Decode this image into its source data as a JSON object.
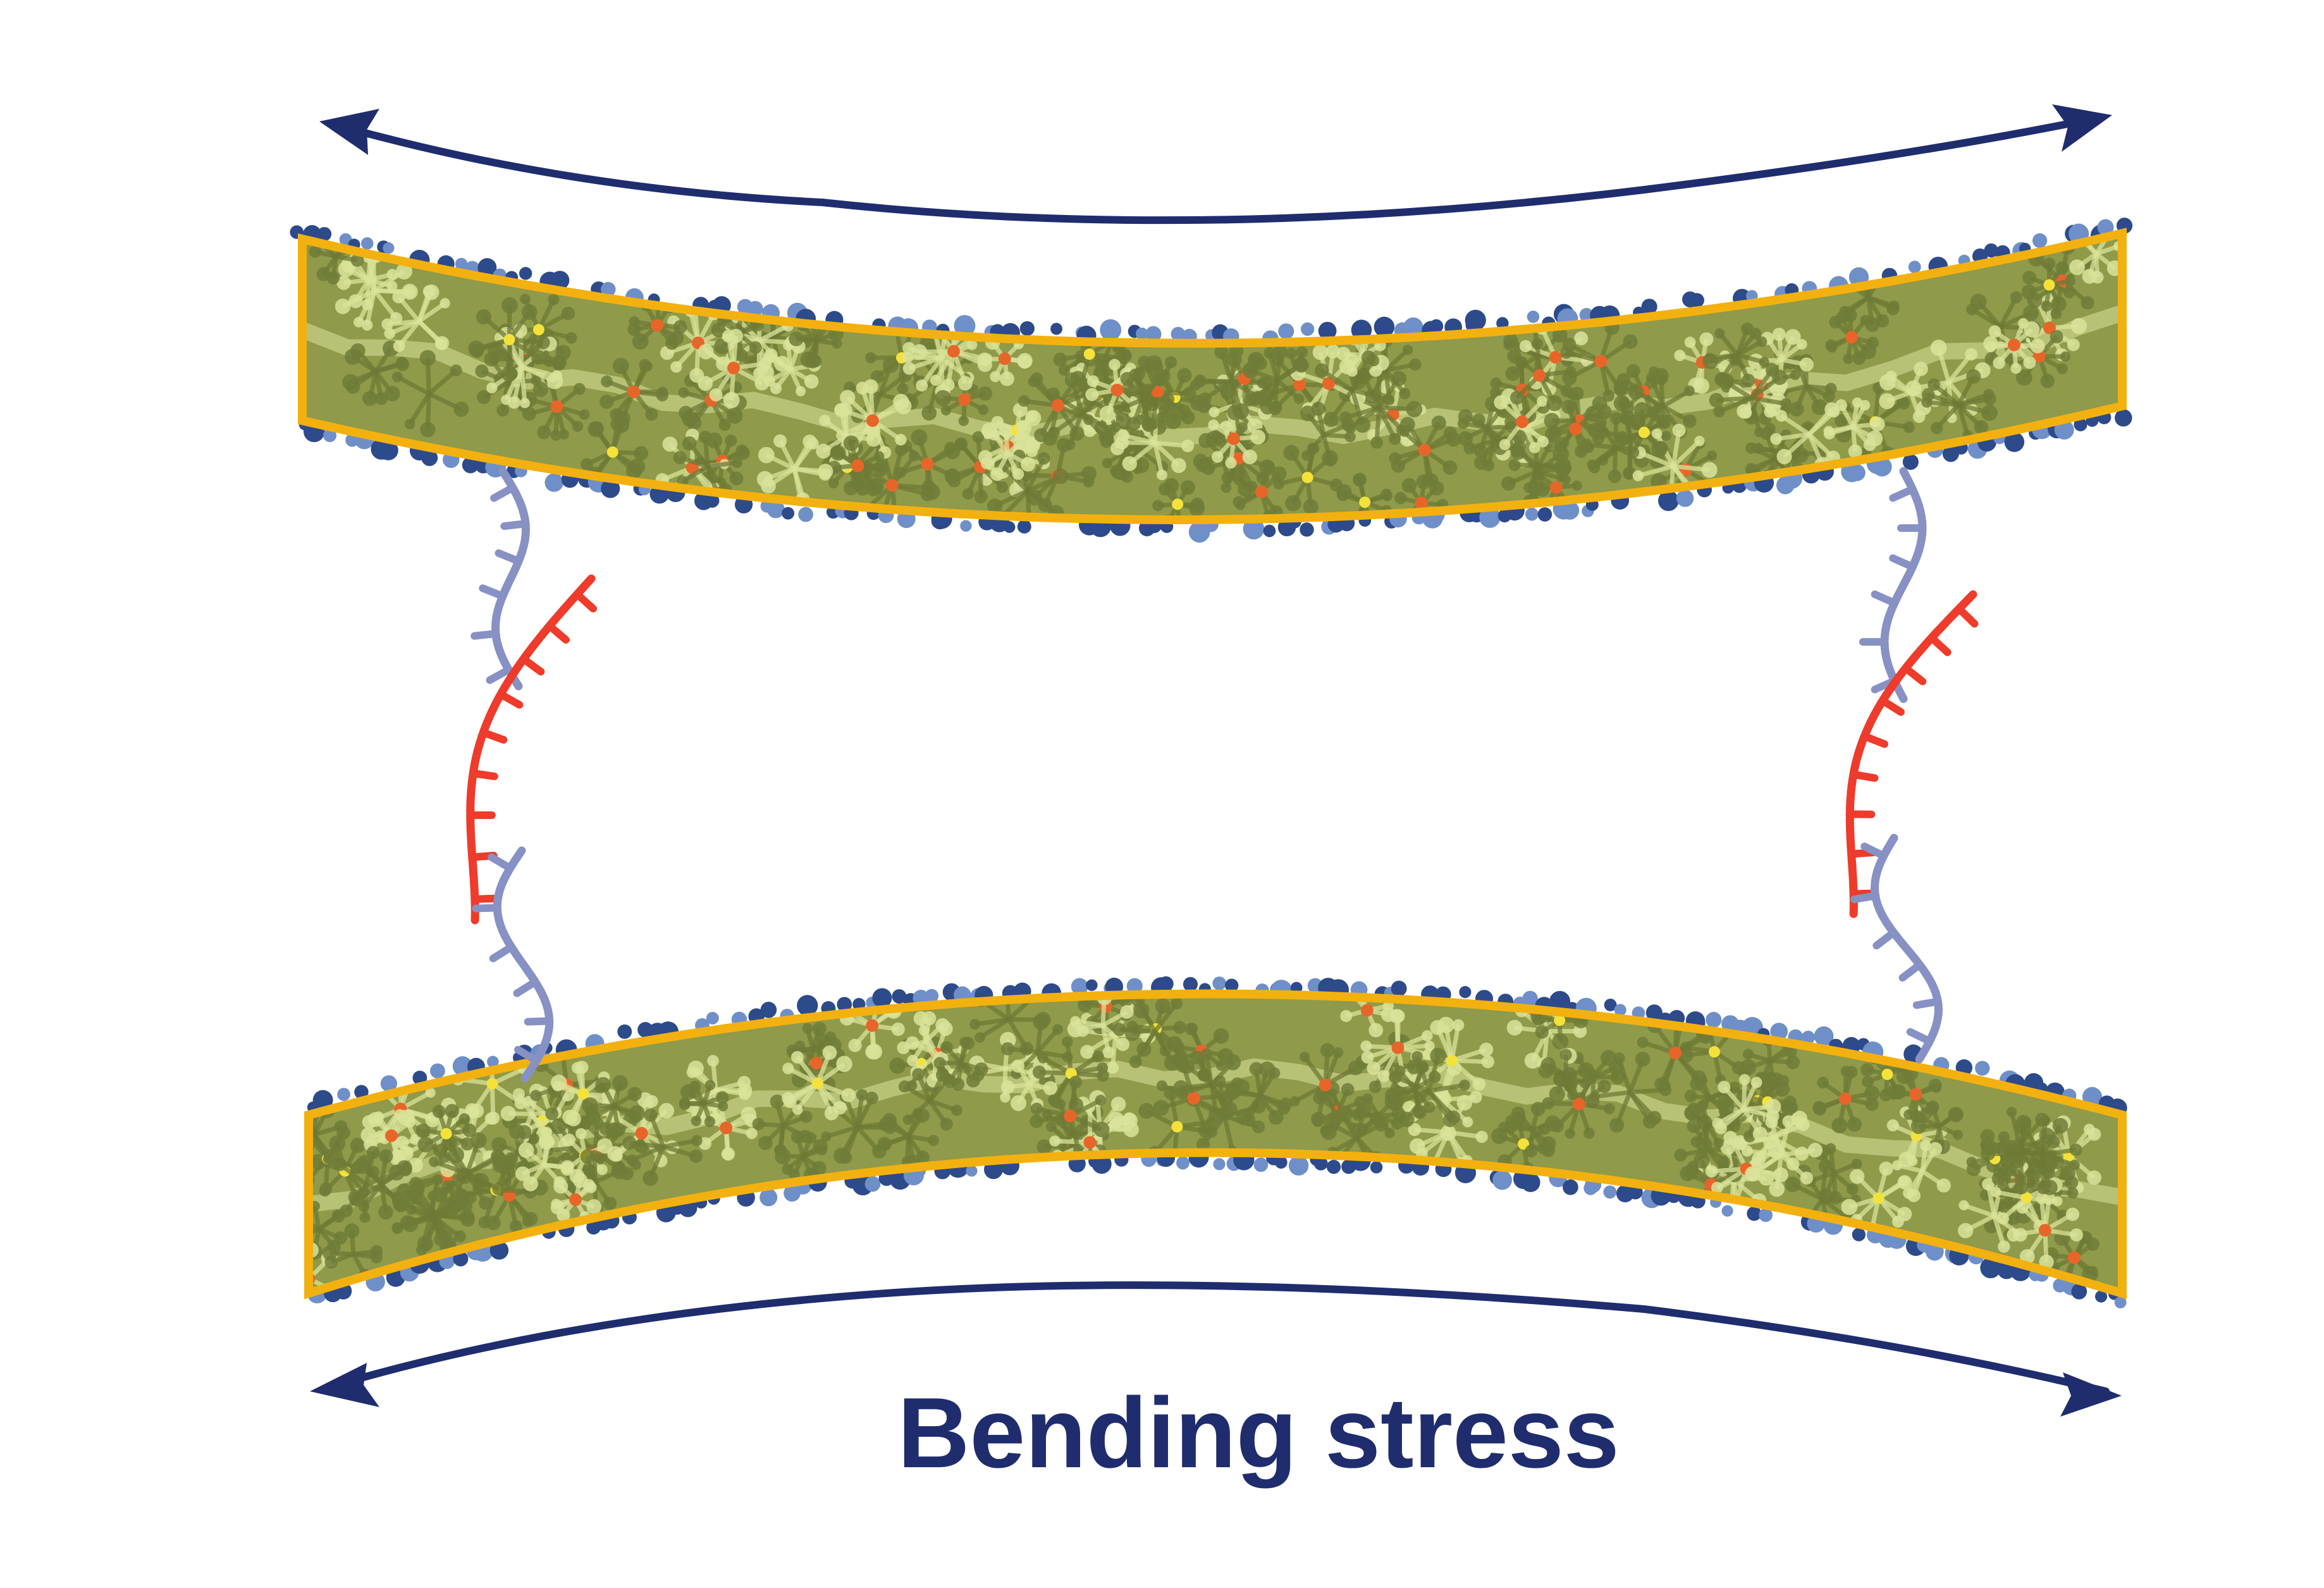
{
  "caption": "Bending stress",
  "colors": {
    "background": "#ffffff",
    "arrow": "#1f2d6e",
    "membrane_outline": "#f3b10f",
    "membrane_fill": "#8f9a4a",
    "lipid_light": "#d9e39a",
    "lipid_head_blue": "#2d4a8a",
    "lipid_head_blue_light": "#6f8fc8",
    "marker_orange": "#e8652a",
    "marker_yellow": "#f4e23a",
    "dna_strand_blue": "#8791c4",
    "dna_strand_red": "#ee3b2b"
  },
  "icons": {
    "top_arrow": "double-headed-arrow",
    "bottom_arrow": "double-headed-arrow",
    "dna_tether": "dna-strand-icon"
  }
}
